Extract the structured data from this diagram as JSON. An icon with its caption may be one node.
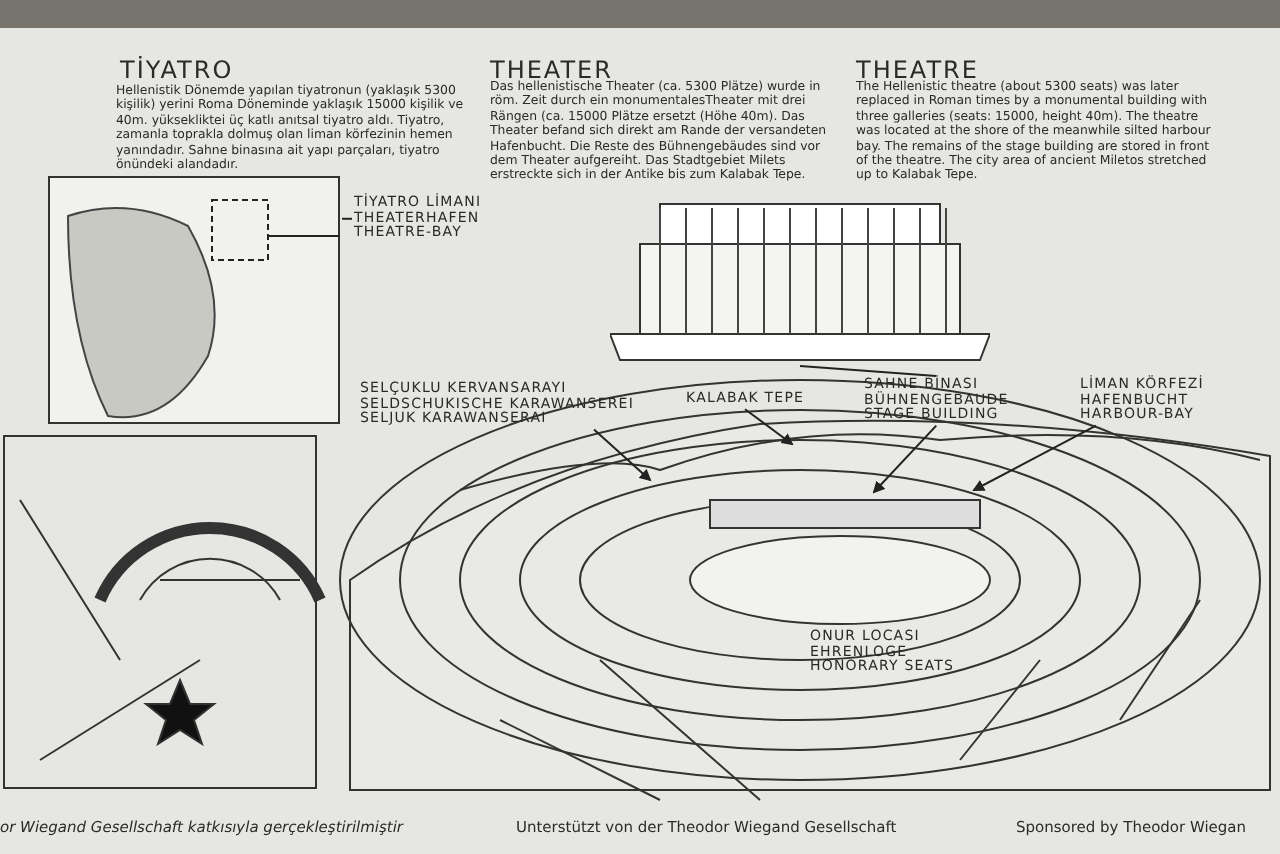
{
  "diagram": {
    "nodes": [
      {
        "text": [],
        "shape": "picture"
      },
      {
        "text": [
          "TİYATRO LİMANI",
          "THEATERHAFEN",
          "THEATRE-BAY"
        ]
      },
      {
        "text": [],
        "shape": "picture"
      },
      {
        "text": [
          "SELÇUKLU KERVANSARAYI",
          "SELDSCHUKISCHE KARAWANSEREI",
          "SELJUK KARAWANSERAI"
        ]
      },
      {
        "text": [
          "KALABAK TEPE"
        ]
      },
      {
        "text": [
          "SAHNE BİNASI",
          "BÜHNENGEBAUDE",
          "STAGE BUILDING"
        ]
      },
      {
        "text": [
          "LİMAN KÖRFEZİ",
          "HAFENBUCHT",
          "HARBOUR-BAY"
        ]
      },
      {
        "text": [
          "ONUR LOCASI",
          "EHRENLOGE",
          "HONORARY SEATS"
        ]
      }
    ],
    "edges": [
      {
        "from": 1,
        "to": 0,
        "arrow": "none"
      },
      {
        "from": 3,
        "to": null,
        "arrow": "to"
      },
      {
        "from": 4,
        "to": null,
        "arrow": "to"
      },
      {
        "from": 5,
        "to": 2,
        "arrow": "none"
      },
      {
        "from": 5,
        "to": null,
        "arrow": "to"
      },
      {
        "from": 6,
        "to": null,
        "arrow": "to"
      }
    ],
    "labels": [
      "TİYATRO",
      "Hellenistik Dönemde yapılan tiyatronun (yaklaşık 5300 kişilik) yerini Roma Döneminde yaklaşık 15000 kişilik ve 40m. yüksekliktei üç katlı anıtsal tiyatro aldı. Tiyatro, zamanla toprakla dolmuş olan liman körfezinin hemen yanındadır. Sahne binasına ait yapı parçaları, tiyatro önündeki alandadır.",
      "THEATER",
      "Das hellenistische Theater (ca. 5300 Plätze) wurde in röm. Zeit durch ein monumentalesTheater mit drei Rängen (ca. 15000 Plätze ersetzt (Höhe 40m). Das Theater befand sich direkt am Rande der versandeten Hafenbucht. Die Reste des Bühnengebäudes sind vor dem Theater aufgereiht. Das Stadtgebiet Milets erstreckte sich in der Antike bis zum Kalabak Tepe.",
      "THEATRE",
      "The Hellenistic theatre (about 5300 seats) was later replaced in Roman times by a monumental building with three galleries (seats: 15000, height 40m). The theatre was located at the shore of the meanwhile silted harbour bay. The remains of the stage building are stored in front of the theatre. The city area of ancient Miletos stretched up to Kalabak Tepe.",
      "or Wiegand Gesellschaft katkısıyla gerçekleştirilmiştir",
      "Unterstützt von der Theodor Wiegand Gesellschaft",
      "Sponsored by Theodor Wiegan"
    ]
  }
}
